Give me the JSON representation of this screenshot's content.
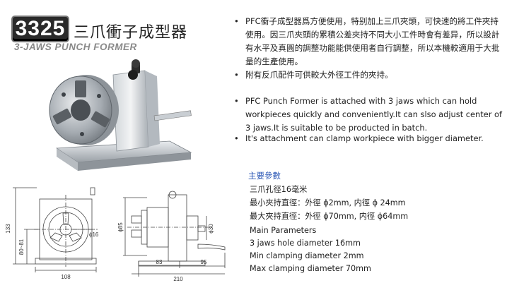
{
  "header": {
    "model": "3325",
    "title_cn": "三爪衝子成型器",
    "title_en": "3-JAWS PUNCH FORMER"
  },
  "description": {
    "cn_1": "PFC衝子成型器爲方便使用，特别加上三爪夾頭，可快速的將工件夾持使用。因三爪夾頭的累積公差夾持不同大小工件時會有差异，所以設計有水平及真圓的調整功能能供使用者自行調整，所以本機較適用于大批量的生產使用。",
    "cn_2": "附有反爪配件可供較大外徑工件的夾持。",
    "en_1": "PFC Punch Former is attached with 3 jaws which can hold workpieces quickly and conveniently.It can slso adjust center of 3 jaws.It is suitable to be producted in batch.",
    "en_2": "It's attachment can clamp workpiece with bigger diameter."
  },
  "params": {
    "heading": "主要參數",
    "cn_hole": "三爪孔徑16毫米",
    "cn_min": "最小夾持直徑：外徑 ϕ2mm, 内徑 ϕ 24mm",
    "cn_max": "最大夾持直徑：外徑 ϕ70mm, 内徑 ϕ64mm",
    "en_title": "Main Parameters",
    "en_hole": "3 jaws hole diameter 16mm",
    "en_min": "Min clamping diameter 2mm",
    "en_max": "Max clamping diameter 70mm"
  },
  "drawing": {
    "dim_133": "133",
    "dim_80_81": "80~81",
    "dim_108": "108",
    "dim_phi16": "ϕ16",
    "dim_phi85": "ϕ85",
    "dim_phi30": "ϕ30",
    "dim_83": "83",
    "dim_95": "95",
    "dim_210": "210"
  }
}
